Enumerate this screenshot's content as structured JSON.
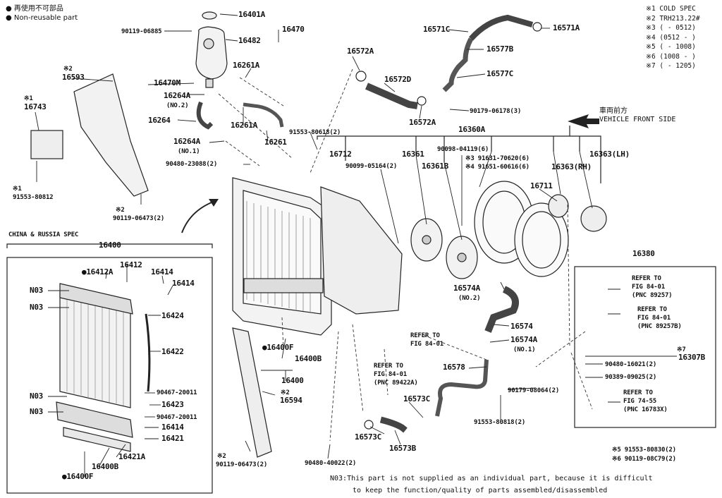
{
  "legend": {
    "item1": "● 再使用不可部品",
    "item2": "● Non-reusable part"
  },
  "spec_notes": {
    "n1": "※1 COLD SPEC",
    "n2": "※2 TRH213.22#",
    "n3": "※3 (      - 0512)",
    "n4": "※4 (0512 -      )",
    "n5": "※5 (      - 1008)",
    "n6": "※6 (1008 -      )",
    "n7": "※7 (      - 1205)"
  },
  "vehicle_front": {
    "jp": "車両前方",
    "en": "VEHICLE FRONT SIDE"
  },
  "china_russia": {
    "title": "CHINA & RUSSIA SPEC",
    "main_no": "16400",
    "labels": {
      "p16412": "16412",
      "p16412A": "●16412A",
      "p16414a": "16414",
      "p16414b": "16414",
      "n03_1": "N03",
      "n03_2": "N03",
      "n03_3": "N03",
      "n03_4": "N03",
      "p16424": "16424",
      "p16422": "16422",
      "p90467a": "90467-20011",
      "p16423": "16423",
      "p90467b": "90467-20011",
      "p16414c": "16414",
      "p16421": "16421",
      "p16421A": "16421A",
      "p16400B": "16400B",
      "p16400F": "●16400F"
    }
  },
  "labels": {
    "p16401A": "16401A",
    "p90119_06885": "90119-06885",
    "p16482": "16482",
    "p16470": "16470",
    "p16470M": "16470M",
    "p16261A_top": "16261A",
    "p16264A_no2": "16264A",
    "no2_a": "(NO.2)",
    "p16264": "16264",
    "p16261A_mid": "16261A",
    "p16264A_no1": "16264A",
    "no1_a": "(NO.1)",
    "p16261": "16261",
    "p90480_23088": "90480-23088(2)",
    "p91553_80618_top": "91553-80618(2)",
    "x2_16593": "※2",
    "p16593": "16593",
    "x1_16743": "※1",
    "p16743": "16743",
    "x1_91553": "※1",
    "p91553_80812": "91553-80812",
    "x2_90119": "※2",
    "p90119_06473a": "90119-06473(2)",
    "p16572A_top": "16572A",
    "p16572D": "16572D",
    "p16572A_bot": "16572A",
    "p16571C": "16571C",
    "p16571A": "16571A",
    "p16577B": "16577B",
    "p16577C": "16577C",
    "p90179_06178": "90179-06178(3)",
    "p16360A": "16360A",
    "p16712": "16712",
    "p90099_05164": "90099-05164(2)",
    "p16361": "16361",
    "p16361B": "16361B",
    "p90098_04119": "90098-04119(6)",
    "p91631": "※3 91631-70620(6)",
    "p91651": "※4 91651-60616(6)",
    "p16363RH": "16363(RH)",
    "p16363LH": "16363(LH)",
    "p16711": "16711",
    "p16574A_top": "16574A",
    "no2_b": "(NO.2)",
    "p16574": "16574",
    "p16574A_bot": "16574A",
    "no1_b": "(NO.1)",
    "p16380": "16380",
    "refer1_a": "REFER TO",
    "refer1_b": "FIG 84-01",
    "refer1_c": "(PNC 89257)",
    "refer2_a": "REFER TO",
    "refer2_b": "FIG 84-01",
    "refer2_c": "(PNC 89257B)",
    "x7": "※7",
    "p16307B": "16307B",
    "p90480_16021": "90480-16021(2)",
    "p90389_09025": "90389-09025(2)",
    "refer3_a": "REFER TO",
    "refer3_b": "FIG 74-55",
    "refer3_c": "(PNC 16783X)",
    "p91553_80830": "※5 91553-80830(2)",
    "p90119_08C79": "※6 90119-08C79(2)",
    "refer4_a": "REFER TO",
    "refer4_b": "FIG 84-01",
    "refer5_a": "REFER TO",
    "refer5_b": "FIG 84-01",
    "refer5_c": "(PNC 89422A)",
    "p16578": "16578",
    "p90179_08064": "90179-08064(2)",
    "p16573C_top": "16573C",
    "p91553_80818": "91553-80818(2)",
    "p16573C_bot": "16573C",
    "p16573B": "16573B",
    "p90480_40022": "90480-40022(2)",
    "p16400F_main": "●16400F",
    "p16400B_main": "16400B",
    "p16400_main": "16400",
    "x2_16594": "※2",
    "p16594": "16594",
    "x2_90119b": "※2",
    "p90119_06473b": "90119-06473(2)"
  },
  "footnote": {
    "line1": "N03:This part is not supplied as an individual part, because it is difficult",
    "line2": "to keep the function/quality of parts assembled/disassembled"
  }
}
